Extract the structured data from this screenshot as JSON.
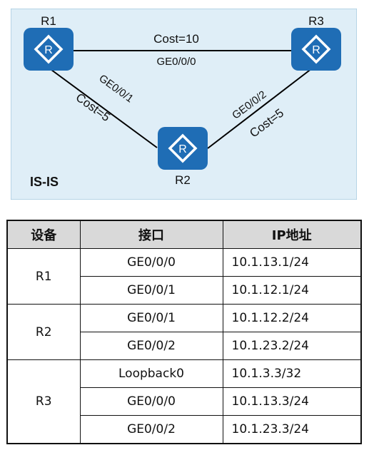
{
  "diagram": {
    "area_label": "IS-IS",
    "routers": [
      {
        "id": "R1",
        "label": "R1",
        "icon": "router-icon"
      },
      {
        "id": "R2",
        "label": "R2",
        "icon": "router-icon"
      },
      {
        "id": "R3",
        "label": "R3",
        "icon": "router-icon"
      }
    ],
    "links": [
      {
        "from": "R1",
        "to": "R3",
        "cost": "Cost=10",
        "interface": "GE0/0/0"
      },
      {
        "from": "R1",
        "to": "R2",
        "cost": "Cost=5",
        "interface": "GE0/0/1"
      },
      {
        "from": "R3",
        "to": "R2",
        "cost": "Cost=5",
        "interface": "GE0/0/2"
      }
    ],
    "colors": {
      "background": "#dfeef7",
      "border": "#9cc4dc",
      "router": "#1f6db5",
      "line": "#000000"
    }
  },
  "table": {
    "headers": [
      "设备",
      "接口",
      "IP地址"
    ],
    "groups": [
      {
        "device": "R1",
        "rows": [
          {
            "interface": "GE0/0/0",
            "ip": "10.1.13.1/24"
          },
          {
            "interface": "GE0/0/1",
            "ip": "10.1.12.1/24"
          }
        ]
      },
      {
        "device": "R2",
        "rows": [
          {
            "interface": "GE0/0/1",
            "ip": "10.1.12.2/24"
          },
          {
            "interface": "GE0/0/2",
            "ip": "10.1.23.2/24"
          }
        ]
      },
      {
        "device": "R3",
        "rows": [
          {
            "interface": "Loopback0",
            "ip": "10.1.3.3/32"
          },
          {
            "interface": "GE0/0/0",
            "ip": "10.1.13.3/24"
          },
          {
            "interface": "GE0/0/2",
            "ip": "10.1.23.3/24"
          }
        ]
      }
    ]
  }
}
